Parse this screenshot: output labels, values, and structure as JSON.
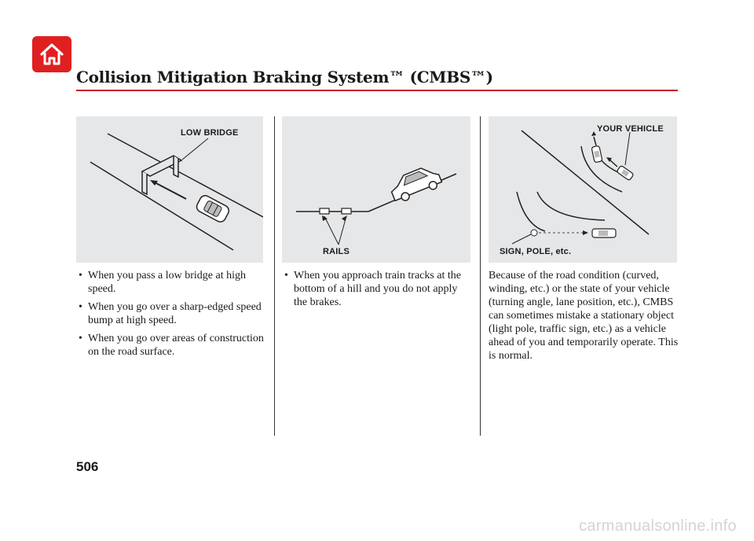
{
  "header": {
    "title": "Collision Mitigation Braking System™ (CMBS™)"
  },
  "home_button": {
    "icon": "home-icon",
    "color": "#e02020"
  },
  "figures": {
    "low_bridge": {
      "label": "LOW BRIDGE"
    },
    "rails": {
      "label": "RAILS"
    },
    "curve": {
      "label_vehicle": "YOUR VEHICLE",
      "label_sign": "SIGN, POLE, etc."
    }
  },
  "columns": {
    "left": {
      "bullets": [
        "When you pass a low bridge at high speed.",
        "When you go over a sharp-edged speed bump at high speed.",
        "When you go over areas of construction on the road surface."
      ]
    },
    "middle": {
      "bullets": [
        "When you approach train tracks at the bottom of a hill and you do not apply the brakes."
      ]
    },
    "right": {
      "paragraph": "Because of the road condition (curved, winding, etc.) or the state of your vehicle (turning angle, lane position, etc.), CMBS can sometimes mistake a stationary object (light pole, traffic sign, etc.) as a vehicle ahead of you and temporarily operate. This is normal."
    }
  },
  "footer": {
    "page_number": "506",
    "watermark": "carmanualsonline.info"
  },
  "colors": {
    "accent": "#c41e2a",
    "figure_bg": "#e6e7e8"
  }
}
